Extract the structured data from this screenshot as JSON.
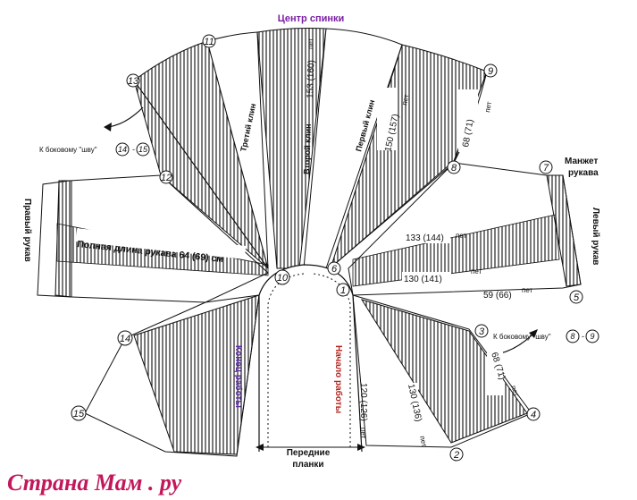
{
  "title": "Центр спинки",
  "colors": {
    "title": "#7a1fa2",
    "purple": "#5b2ca0",
    "red": "#b3261e",
    "watermark": "#c2185b"
  },
  "wedges": {
    "third": "Третий клин",
    "second": "Второй клин",
    "second_count": "153 (160)",
    "first": "Первый клин",
    "first_count": "150 (157)"
  },
  "unit": "пет",
  "counts": {
    "c68_top": "68 (71)",
    "c133": "133 (144)",
    "c130_right": "130 (141)",
    "c59": "59 (66)",
    "c68_bottom": "68 (71)",
    "c120": "120 (126)",
    "c130_bottom": "130 (136)"
  },
  "left_sleeve": "Левый рукав",
  "right_sleeve": "Правый рукав",
  "cuff": "Манжет рукава",
  "full_sleeve": "Полная длина рукава 64 (69) см",
  "side_seam_left": {
    "text": "К боковому \"шву\"",
    "a": "14",
    "b": "15"
  },
  "side_seam_right": {
    "text": "К боковому \"шву\"",
    "a": "8",
    "b": "9"
  },
  "end_work": "Конец работы",
  "start_work": "Начало работы",
  "bands": "Передние планки",
  "bands_line1": "Передние",
  "bands_line2": "планки",
  "watermark": "Страна Мам . ру",
  "points": [
    "1",
    "2",
    "3",
    "4",
    "5",
    "6",
    "7",
    "8",
    "9",
    "10",
    "11",
    "12",
    "13",
    "14",
    "15"
  ]
}
